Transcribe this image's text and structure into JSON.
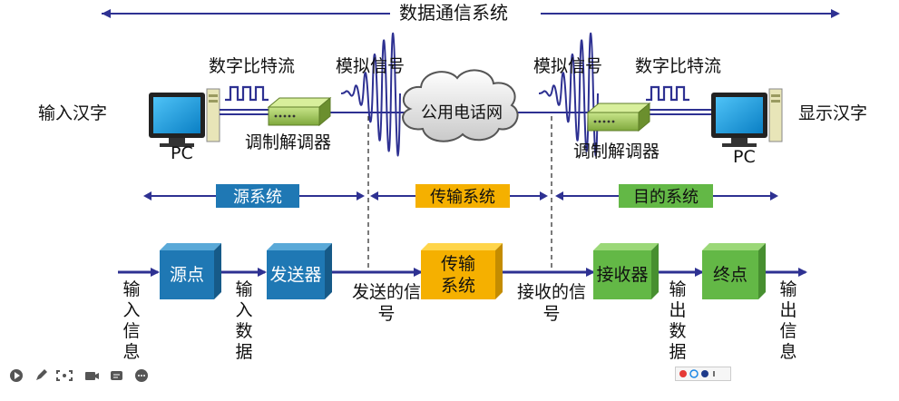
{
  "title": "数据通信系统",
  "top": {
    "left_input": "输入汉字",
    "right_output": "显示汉字",
    "pc_left": "PC",
    "pc_right": "PC",
    "bitstream_left": "数字比特流",
    "bitstream_right": "数字比特流",
    "analog_left": "模拟信号",
    "analog_right": "模拟信号",
    "modem_left": "调制解调器",
    "modem_right": "调制解调器",
    "network": "公用电话网"
  },
  "systems": {
    "source": "源系统",
    "transmission": "传输系统",
    "destination": "目的系统"
  },
  "flow": {
    "boxes": {
      "source_point": "源点",
      "transmitter": "发送器",
      "transmission": "传输系统",
      "receiver": "接收器",
      "end_point": "终点"
    },
    "labels": {
      "input_info": "输入信息",
      "input_data": "输入数据",
      "sent_signal": "发送的信号",
      "received_signal": "接收的信号",
      "output_data": "输出数据",
      "output_info": "输出信息"
    }
  },
  "colors": {
    "navy": "#2e3192",
    "blue_box": "#1f78b4",
    "orange_box": "#f5b000",
    "green_box": "#63b846"
  },
  "toolbar": {
    "icons": [
      "play-icon",
      "pen-icon",
      "screenshot-icon",
      "camera-icon",
      "chat-icon",
      "more-icon"
    ]
  }
}
